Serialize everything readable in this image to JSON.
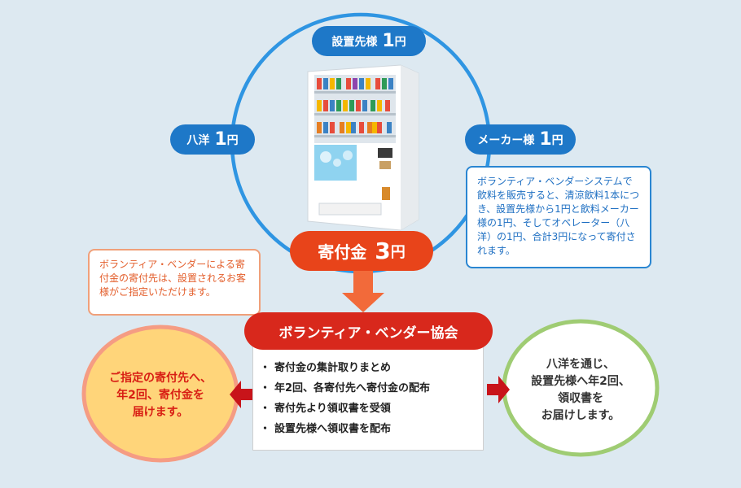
{
  "nodes": {
    "top": {
      "label": "設置先様",
      "value": "1",
      "unit": "円"
    },
    "left": {
      "label": "八洋",
      "value": "1",
      "unit": "円"
    },
    "right": {
      "label": "メーカー様",
      "value": "1",
      "unit": "円"
    },
    "donation": {
      "label": "寄付金",
      "value": "3",
      "unit": "円"
    }
  },
  "notes": {
    "right": "ボランティア・ベンダーシステムで飲料を販売すると、清涼飲料1本につき、設置先様から1円と飲料メーカー様の1円、そしてオペレーター（八洋）の1円、合計3円になって寄付されます。",
    "left": "ボランティア・ベンダーによる寄付金の寄付先は、設置されるお客様がご指定いただけます。"
  },
  "association": {
    "name": "ボランティア・ベンダー協会",
    "tasks": [
      "寄付金の集計取りまとめ",
      "年2回、各寄付先へ寄付金の配布",
      "寄付先より領収書を受領",
      "設置先様へ領収書を配布"
    ],
    "bullet": "・"
  },
  "outcomes": {
    "left": [
      "ご指定の寄付先へ、",
      "年2回、寄付金を",
      "届けます。"
    ],
    "right": [
      "八洋を通じ、",
      "設置先様へ年2回、",
      "領収書を",
      "お届けします。"
    ]
  },
  "colors": {
    "background": "#dde9f1",
    "ring": "#2f95e2",
    "blue_pill": "#1e78c8",
    "red_pill": "#e8441a",
    "association": "#d8281c",
    "down_arrow": "#f26a3a",
    "left_circle_fill": "#ffd57a",
    "left_circle_border": "#f59c83",
    "left_circle_text": "#d81e14",
    "right_circle_fill": "#ffffff",
    "right_circle_border": "#9fcc73",
    "right_circle_text": "#333333",
    "side_arrow": "#c8141a"
  },
  "icons": {
    "machine": "vending-machine-icon"
  }
}
